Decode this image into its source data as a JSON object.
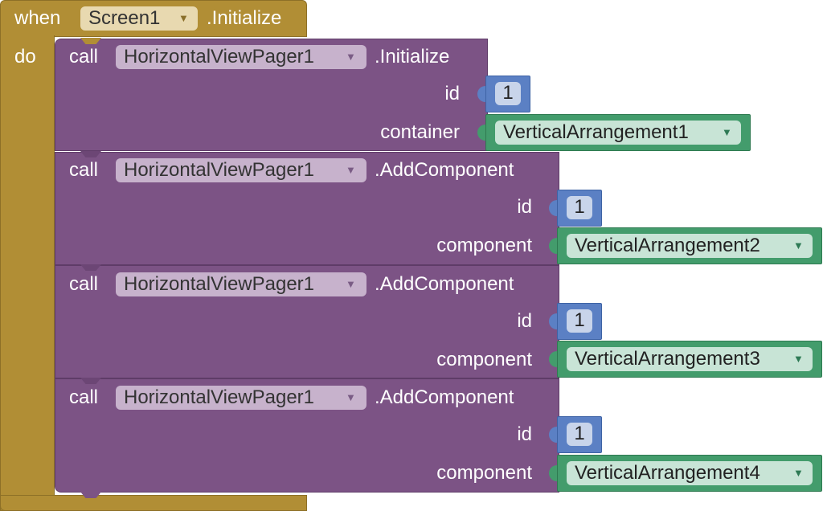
{
  "event": {
    "when": "when",
    "do": "do",
    "component": "Screen1",
    "method": ".Initialize"
  },
  "calls": [
    {
      "call": "call",
      "component": "HorizontalViewPager1",
      "method": ".Initialize",
      "arg1_label": "id",
      "arg1_value": "1",
      "arg2_label": "container",
      "arg2_value": "VerticalArrangement1"
    },
    {
      "call": "call",
      "component": "HorizontalViewPager1",
      "method": ".AddComponent",
      "arg1_label": "id",
      "arg1_value": "1",
      "arg2_label": "component",
      "arg2_value": "VerticalArrangement2"
    },
    {
      "call": "call",
      "component": "HorizontalViewPager1",
      "method": ".AddComponent",
      "arg1_label": "id",
      "arg1_value": "1",
      "arg2_label": "component",
      "arg2_value": "VerticalArrangement3"
    },
    {
      "call": "call",
      "component": "HorizontalViewPager1",
      "method": ".AddComponent",
      "arg1_label": "id",
      "arg1_value": "1",
      "arg2_label": "component",
      "arg2_value": "VerticalArrangement4"
    }
  ],
  "dropdown_arrow": "▼",
  "colors": {
    "event_block": "#B18E35",
    "procedure_block": "#7C5385",
    "number_block": "#5B80C4",
    "component_block": "#439C6C"
  }
}
